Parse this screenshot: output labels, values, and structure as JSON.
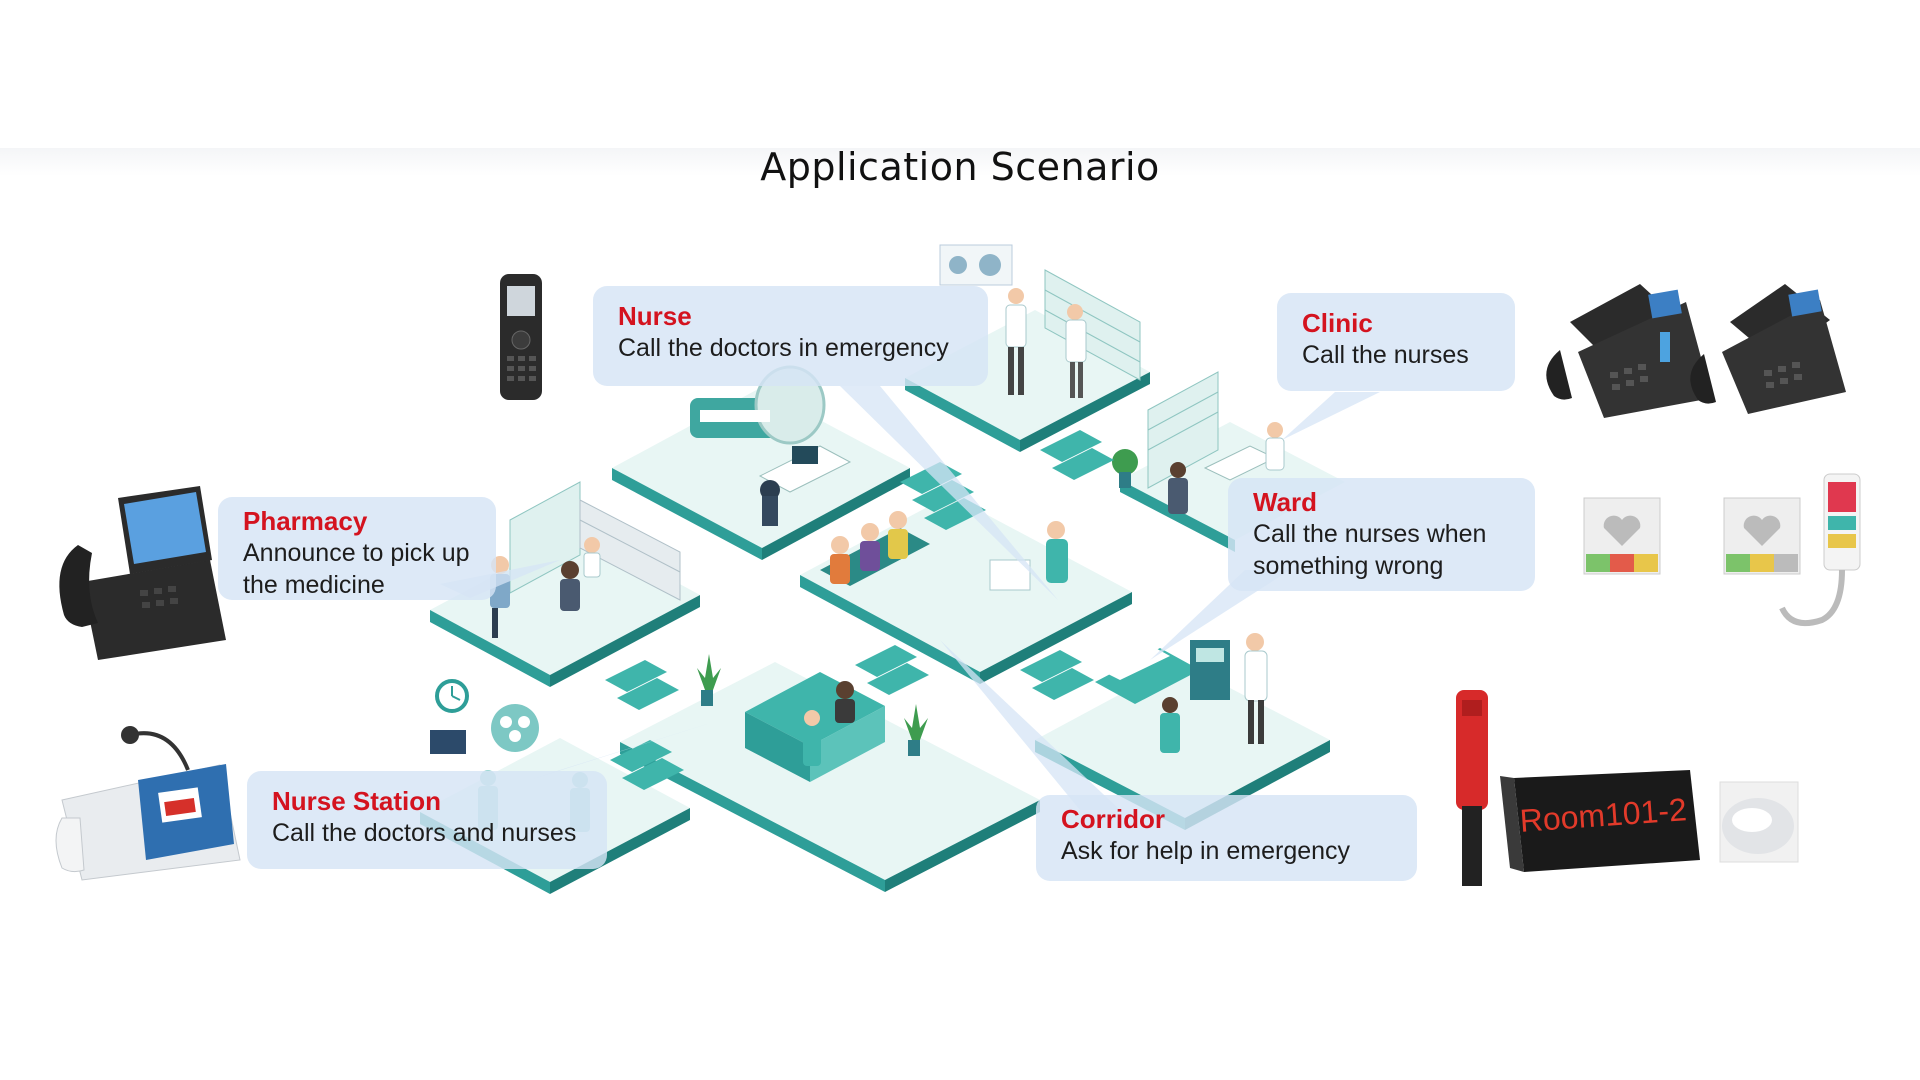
{
  "title": "Application Scenario",
  "callouts": [
    {
      "id": "nurse",
      "title": "Nurse",
      "description": "Call the doctors in emergency"
    },
    {
      "id": "clinic",
      "title": "Clinic",
      "description": "Call the nurses"
    },
    {
      "id": "pharmacy",
      "title": "Pharmacy",
      "description": "Announce to pick up the medicine"
    },
    {
      "id": "ward",
      "title": "Ward",
      "description": "Call the nurses when something wrong"
    },
    {
      "id": "nurse-station",
      "title": "Nurse Station",
      "description": "Call the doctors and nurses"
    },
    {
      "id": "corridor",
      "title": "Corridor",
      "description": "Ask for help in emergency"
    }
  ],
  "devices": {
    "led_display_text": "Room101-2"
  },
  "colors": {
    "accent_red": "#d4131f",
    "floor_teal": "#2e9e98",
    "floor_top": "#e8f6f4",
    "callout_bg": "#d6e4f5",
    "phone_body": "#2b2b2b"
  }
}
